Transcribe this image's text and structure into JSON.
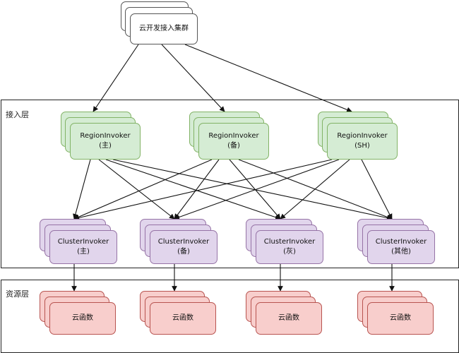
{
  "gateway": {
    "label": "云开发接入集群"
  },
  "access_layer": {
    "label": "接入层",
    "regions": [
      {
        "line1": "RegionInvoker",
        "line2": "(主)"
      },
      {
        "line1": "RegionInvoker",
        "line2": "(备)"
      },
      {
        "line1": "RegionInvoker",
        "line2": "(SH)"
      }
    ],
    "clusters": [
      {
        "line1": "ClusterInvoker",
        "line2": "(主)"
      },
      {
        "line1": "ClusterInvoker",
        "line2": "(备)"
      },
      {
        "line1": "ClusterInvoker",
        "line2": "(灰)"
      },
      {
        "line1": "ClusterInvoker",
        "line2": "(其他)"
      }
    ]
  },
  "resource_layer": {
    "label": "资源层",
    "functions": [
      {
        "label": "云函数"
      },
      {
        "label": "云函数"
      },
      {
        "label": "云函数"
      },
      {
        "label": "云函数"
      }
    ]
  },
  "colors": {
    "region_fill": "#d5ecd4",
    "region_stroke": "#82b366",
    "cluster_fill": "#e1d5ec",
    "cluster_stroke": "#9673a6",
    "function_fill": "#f8cecc",
    "function_stroke": "#b85450"
  }
}
